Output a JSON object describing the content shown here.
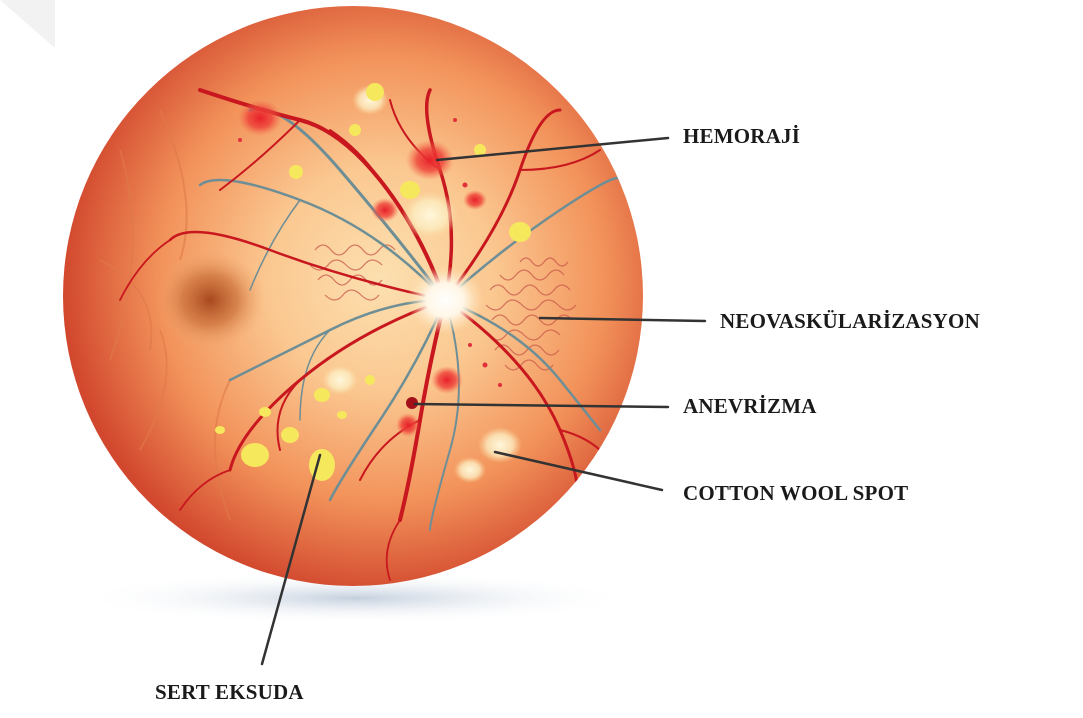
{
  "labels": {
    "hemoraji": "HEMORAJİ",
    "neovaskularizasyon": "NEOVASKÜLARİZASYON",
    "anevrizma": "ANEVRİZMA",
    "cotton_wool_spot": "COTTON WOOL SPOT",
    "sert_eksuda": "SERT EKSUDA"
  },
  "colors": {
    "retina_center": "#fbc891",
    "retina_mid": "#f2925a",
    "retina_edge": "#d2482e",
    "artery": "#c8171e",
    "vein": "#6e8e96",
    "hemorrhage": "#e8202a",
    "exudate": "#f6e85c",
    "macula": "#a8481e",
    "leader_line": "#333333"
  }
}
